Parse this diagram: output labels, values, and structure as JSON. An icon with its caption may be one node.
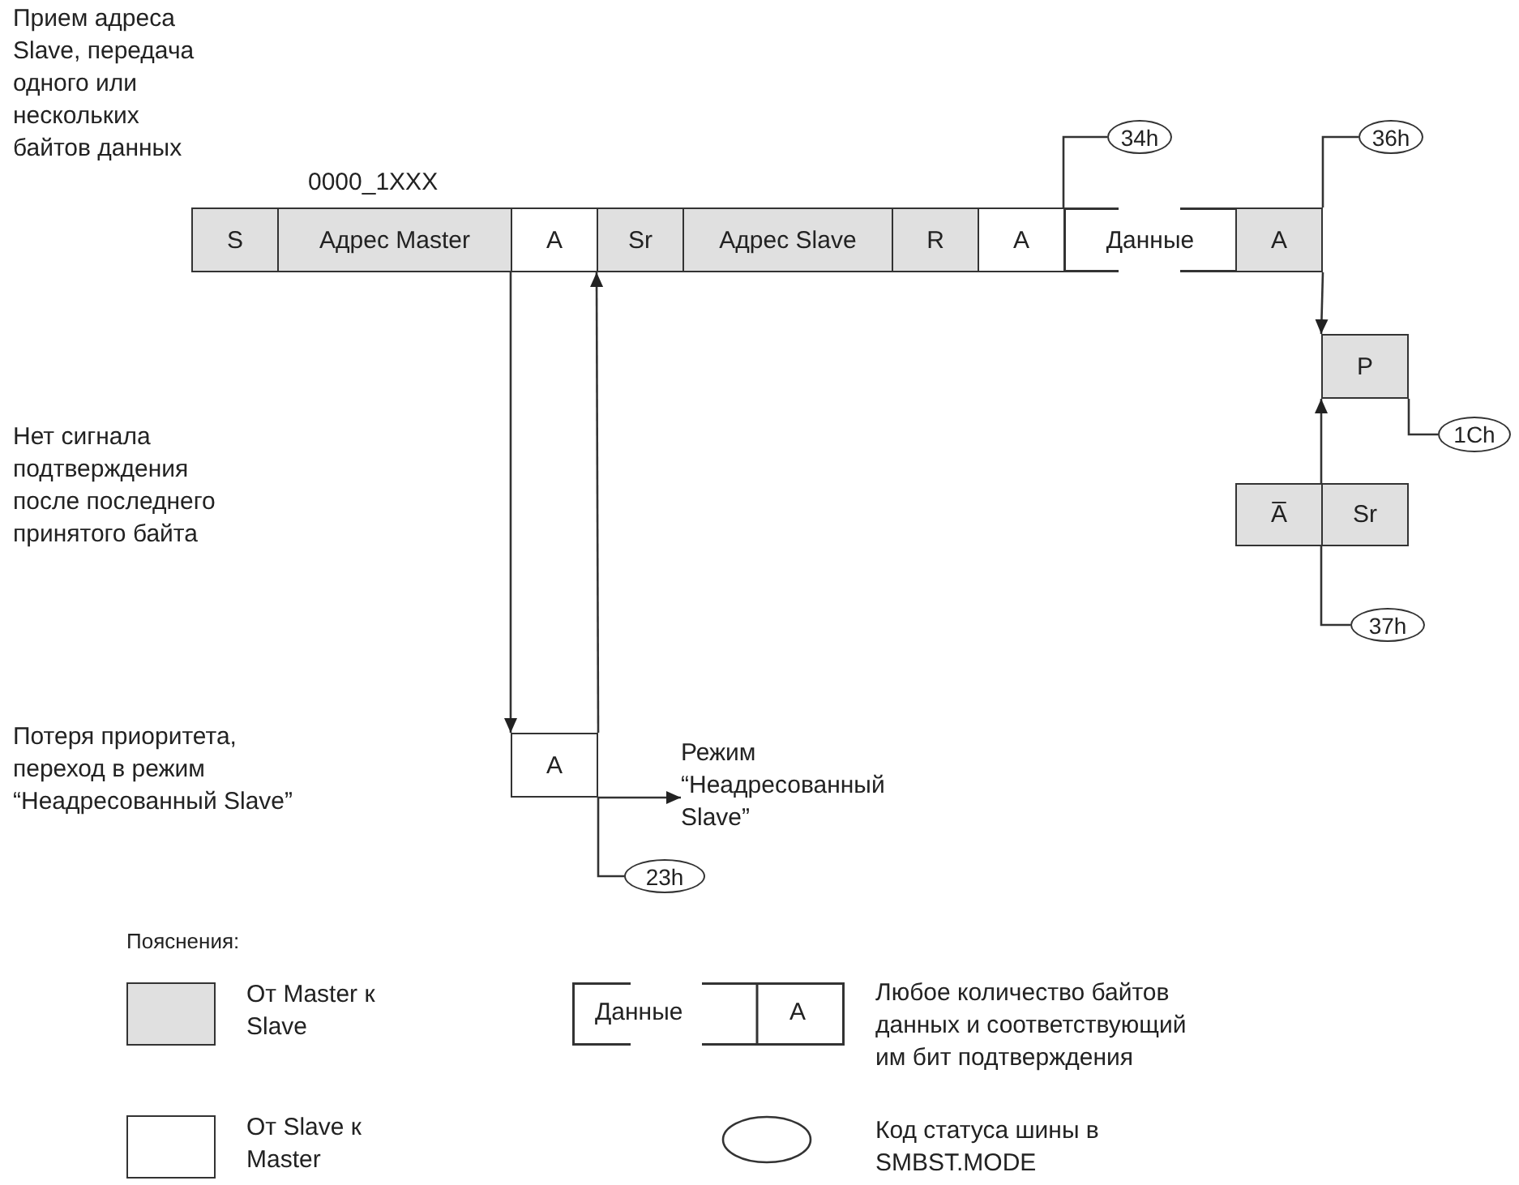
{
  "diagram": {
    "nodes": [
      {
        "text": [
          "S"
        ]
      },
      {
        "text": [
          "Адрес Master"
        ]
      },
      {
        "text": [
          "A"
        ]
      },
      {
        "text": [
          "Sr"
        ]
      },
      {
        "text": [
          "Адрес Slave"
        ]
      },
      {
        "text": [
          "R"
        ]
      },
      {
        "text": [
          "A"
        ]
      },
      {
        "text": [
          "Данные"
        ]
      },
      {
        "text": [
          "A"
        ]
      },
      {
        "text": [
          "P"
        ]
      },
      {
        "text": [
          "A̅"
        ]
      },
      {
        "text": [
          "Sr"
        ]
      },
      {
        "text": [
          "A"
        ]
      },
      {
        "text": [
          "34h"
        ]
      },
      {
        "text": [
          "36h"
        ]
      },
      {
        "text": [
          "1Ch"
        ]
      },
      {
        "text": [
          "37h"
        ]
      },
      {
        "text": [
          "23h"
        ]
      },
      {
        "text": [
          "Режим “Неадресованный Slave”"
        ]
      }
    ],
    "edges": [
      {
        "from": 2,
        "to": 12,
        "arrow": "to"
      },
      {
        "from": 12,
        "to": 3,
        "arrow": "to"
      },
      {
        "from": 17,
        "to": 12,
        "arrow": "none"
      },
      {
        "from": 12,
        "to": 18,
        "arrow": "to"
      },
      {
        "from": 13,
        "to": 7,
        "arrow": "none"
      },
      {
        "from": 14,
        "to": 8,
        "arrow": "none"
      },
      {
        "from": 8,
        "to": 9,
        "arrow": "to"
      },
      {
        "from": 11,
        "to": 9,
        "arrow": "to"
      },
      {
        "from": 16,
        "to": 11,
        "arrow": "none"
      },
      {
        "from": 15,
        "to": 9,
        "arrow": "none"
      }
    ],
    "labels": [
      "Прием адреса Slave, передача одного или нескольких байтов данных",
      "0000_1XXX",
      "Нет сигнала подтверждения после последнего принятого байта",
      "Потеря приоритета, переход в режим “Неадресованный Slave”",
      "Пояснения:",
      "Данные",
      "A"
    ],
    "legend": [
      {
        "text": "От Master к Slave",
        "color": "#e0e0e0"
      },
      {
        "text": "От Slave к Master",
        "color": "#ffffff"
      },
      {
        "text": "Любое количество байтов данных и соответствующий им бит подтверждения"
      },
      {
        "text": "Код статуса шины в SMBST.MODE"
      }
    ]
  }
}
